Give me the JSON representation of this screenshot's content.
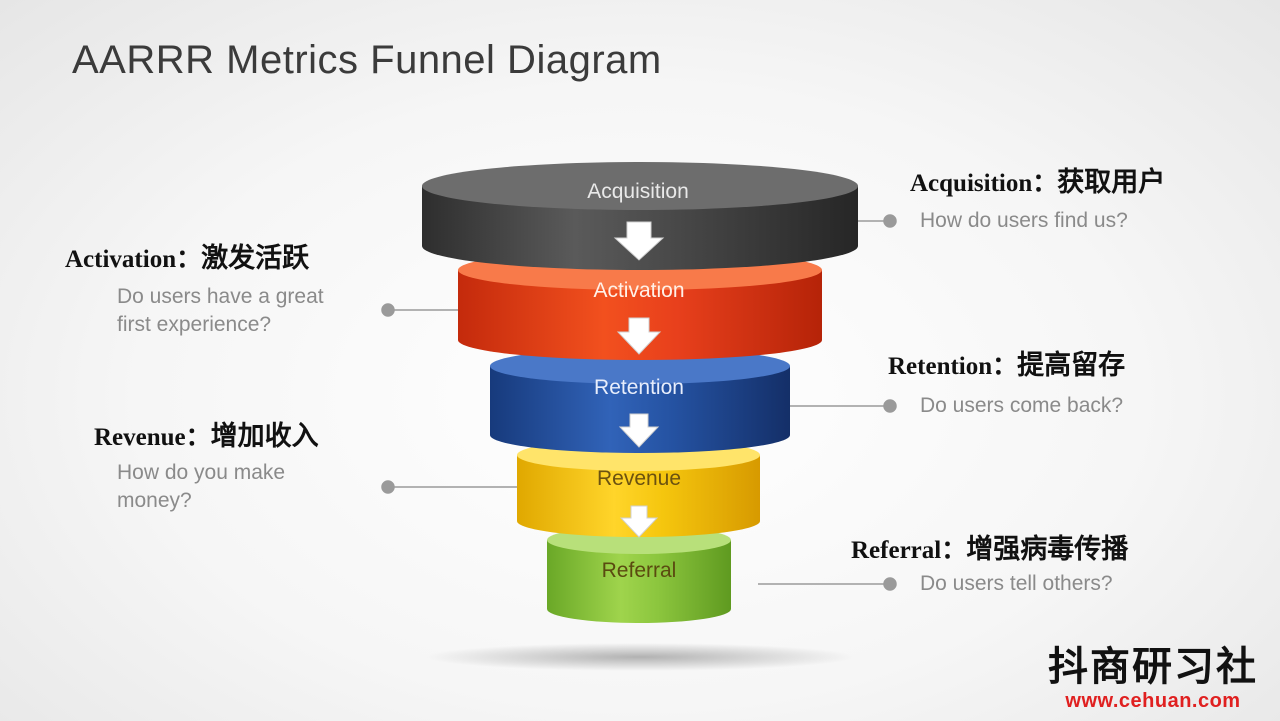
{
  "title": "AARRR Metrics Funnel Diagram",
  "colors": {
    "acquisition": "#4a4a4a",
    "activation": "#e8401c",
    "retention": "#2553a3",
    "revenue": "#f2c40a",
    "referral": "#8cc63e",
    "connector": "#9a9a9a"
  },
  "stages": [
    {
      "label": "Acquisition",
      "heading": "Acquisition：",
      "heading_cn": "获取用户",
      "question": "How do users find us?"
    },
    {
      "label": "Activation",
      "heading": "Activation：",
      "heading_cn": "激发活跃",
      "question_line1": "Do users have a great",
      "question_line2": "first experience?"
    },
    {
      "label": "Retention",
      "heading": "Retention：",
      "heading_cn": "提高留存",
      "question": "Do users come back?"
    },
    {
      "label": "Revenue",
      "heading": "Revenue：",
      "heading_cn": "增加收入",
      "question_line1": "How do you make",
      "question_line2": "money?"
    },
    {
      "label": "Referral",
      "heading": "Referral：",
      "heading_cn": "增强病毒传播",
      "question": "Do users tell others?"
    }
  ],
  "watermark": {
    "name": "抖商研习社",
    "url": "www.cehuan.com"
  }
}
